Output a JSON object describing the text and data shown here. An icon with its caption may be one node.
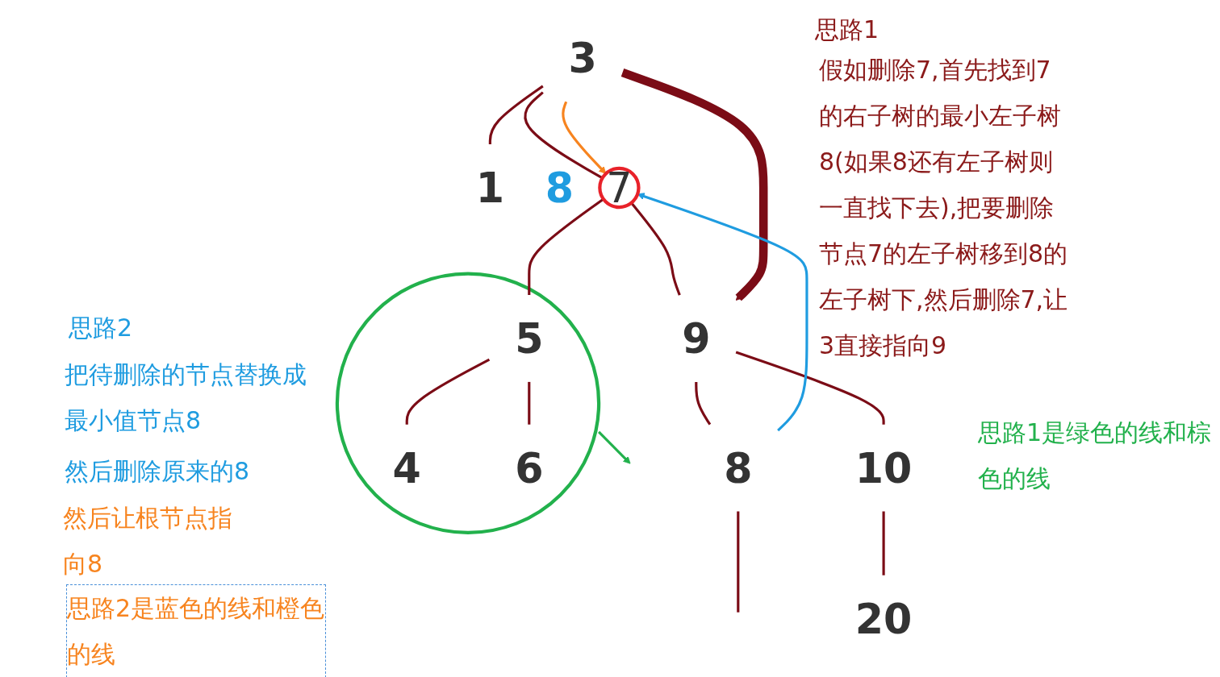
{
  "diagram": {
    "nodes": [
      {
        "text": [
          "3"
        ]
      },
      {
        "text": [
          "1"
        ]
      },
      {
        "text": [
          "7"
        ],
        "beside": [
          "8"
        ]
      },
      {
        "text": [
          "9"
        ]
      },
      {
        "text": [],
        "shape": "circle"
      },
      {
        "text": [
          "5"
        ],
        "in": 4
      },
      {
        "text": [
          "4"
        ],
        "in": 4
      },
      {
        "text": [
          "6"
        ],
        "in": 4
      },
      {
        "text": [
          "8"
        ]
      },
      {
        "text": [
          "10"
        ]
      },
      {
        "text": [
          "20"
        ]
      }
    ],
    "edges": [
      {
        "from": 0,
        "to": 1,
        "arrow": "none"
      },
      {
        "from": 0,
        "to": 2,
        "arrow": "none"
      },
      {
        "from": 2,
        "to": 5,
        "arrow": "none"
      },
      {
        "from": 2,
        "to": 3,
        "arrow": "none"
      },
      {
        "from": 5,
        "to": 6,
        "arrow": "none"
      },
      {
        "from": 5,
        "to": 7,
        "arrow": "none"
      },
      {
        "from": 3,
        "to": 8,
        "arrow": "none"
      },
      {
        "from": 3,
        "to": 9,
        "arrow": "none"
      },
      {
        "from": 9,
        "to": 10,
        "arrow": "none"
      },
      {
        "from": 8,
        "to": null,
        "arrow": "none"
      },
      {
        "from": 0,
        "to": 3,
        "arrow": "to",
        "style": "thick"
      },
      {
        "from": 0,
        "to": 2,
        "arrow": "to",
        "color": "#f7841f"
      },
      {
        "from": 8,
        "to": 2,
        "arrow": "to",
        "color": "#1f9ce0"
      },
      {
        "from": 4,
        "to": null,
        "arrow": "to",
        "color": "#22b14c"
      }
    ],
    "labels": [
      "思路1",
      "假如删除7,首先找到7的右子树的最小左子树8(如果8还有左子树则一直找下去),把要删除节点7的左子树移到8的左子树下,然后删除7,让3直接指向9",
      "思路2",
      "把待删除的节点替换成最小值节点8",
      "然后删除原来的8",
      "然后让根节点指向8",
      "思路2是蓝色的线和橙色的线",
      "思路1是绿色的线和棕色的线"
    ]
  }
}
